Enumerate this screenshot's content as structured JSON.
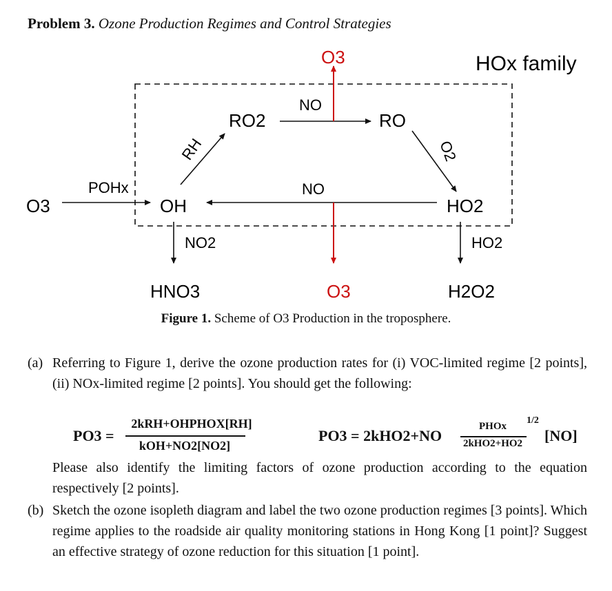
{
  "problem": {
    "number_label": "Problem 3.",
    "title": "Ozone Production Regimes and Control Strategies"
  },
  "figure": {
    "family_label": "HOx family",
    "species": {
      "o3_left": "O3",
      "oh": "OH",
      "ro2": "RO2",
      "ro": "RO",
      "ho2": "HO2",
      "o3_top": "O3",
      "o3_bottom": "O3",
      "hno3": "HNO3",
      "h2o2": "H2O2"
    },
    "reactants": {
      "pohx": "POHx",
      "rh": "RH",
      "no_top": "NO",
      "o2": "O2",
      "no_mid": "NO",
      "no2": "NO2",
      "ho2": "HO2"
    },
    "colors": {
      "ozone_accent": "#cc1111",
      "ink": "#111111"
    },
    "caption_label": "Figure 1.",
    "caption_text": "Scheme of O3 Production in the troposphere."
  },
  "part_a": {
    "label": "(a)",
    "text": "Referring to Figure 1, derive the ozone production rates for (i) VOC-limited regime [2 points], (ii) NOx-limited regime [2 points]. You should get the following:",
    "eq1": {
      "lhs": "PO3 =",
      "numerator": "2kRH+OHPHOX[RH]",
      "denominator": "kOH+NO2[NO2]"
    },
    "eq2": {
      "lhs": "PO3 = 2kHO2+NO",
      "numerator": "PHOx",
      "denominator": "2kHO2+HO2",
      "exponent": "1/2",
      "tail": "[NO]"
    },
    "followup": "Please also identify the limiting factors of ozone production according to the equation respectively [2 points]."
  },
  "part_b": {
    "label": "(b)",
    "text": "Sketch the ozone isopleth diagram and label the two ozone production regimes [3 points]. Which regime applies to the roadside air quality monitoring stations in Hong Kong [1 point]? Suggest an effective strategy of ozone reduction for this situation [1 point]."
  }
}
